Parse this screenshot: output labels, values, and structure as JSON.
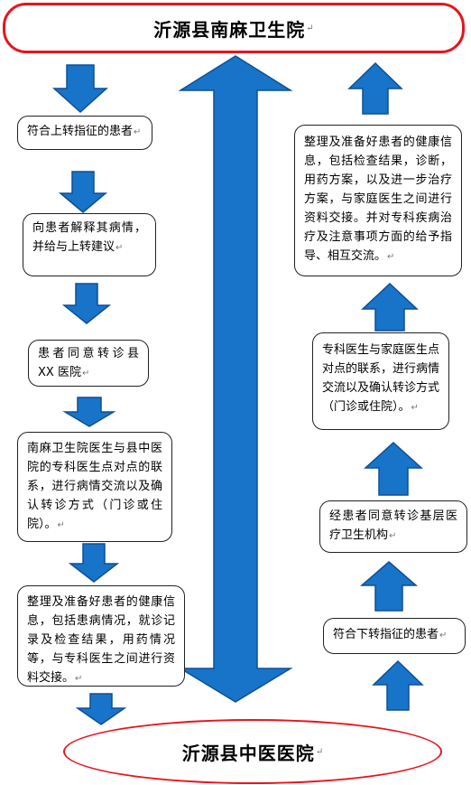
{
  "top_title": "沂源县南麻卫生院",
  "bottom_title": "沂源县中医医院",
  "paragraph_mark": "↵",
  "left_steps": [
    "符合上转指征的患者",
    "向患者解释其病情，并给与上转建议",
    "患者同意转诊县 XX 医院",
    "南麻卫生院医生与县中医院的专科医生点对点的联系，进行病情交流以及确认转诊方式（门诊或住院）。",
    "整理及准备好患者的健康信息，包括患病情况，就诊记录及检查结果，用药情况等，与专科医生之间进行资料交接。"
  ],
  "right_steps": [
    "符合下转指征的患者",
    "经患者同意转诊基层医疗卫生机构",
    "专科医生与家庭医生点对点的联系，进行病情交流以及确认转诊方式（门诊或住院）。",
    "整理及准备好患者的健康信息，包括检查结果，诊断，用药方案，以及进一步治疗方案，与家庭医生之间进行资料交接。并对专科疾病治疗及注意事项方面的给予指导、相互交流。"
  ],
  "colors": {
    "arrow_fill": "#1874c8",
    "arrow_stroke": "#0d4f96",
    "ellipse_border": "#e8141c"
  }
}
